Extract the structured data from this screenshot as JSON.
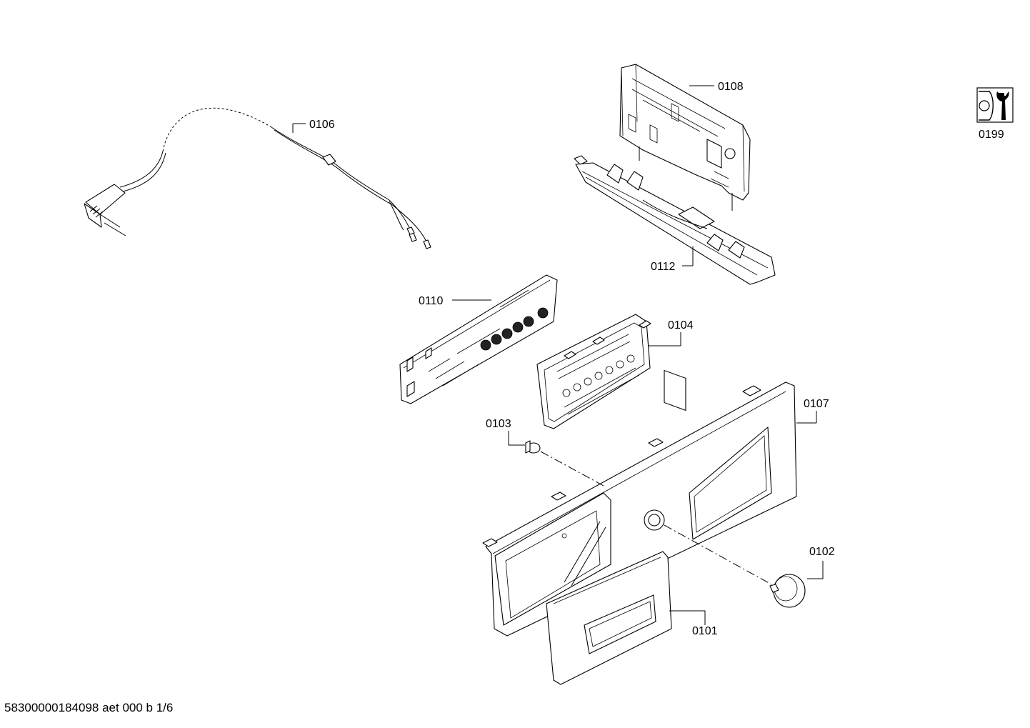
{
  "diagram": {
    "parts": [
      {
        "id": "p0106",
        "label": "0106",
        "name": "power-cord-with-plug"
      },
      {
        "id": "p0108",
        "label": "0108",
        "name": "control-module"
      },
      {
        "id": "p0112",
        "label": "0112",
        "name": "module-holder"
      },
      {
        "id": "p0110",
        "label": "0110",
        "name": "display-board"
      },
      {
        "id": "p0104",
        "label": "0104",
        "name": "display-panel-frame"
      },
      {
        "id": "p0107",
        "label": "0107",
        "name": "control-panel-fascia"
      },
      {
        "id": "p0103",
        "label": "0103",
        "name": "push-button"
      },
      {
        "id": "p0102",
        "label": "0102",
        "name": "selector-knob"
      },
      {
        "id": "p0101",
        "label": "0101",
        "name": "detergent-drawer-handle"
      }
    ],
    "service_icon": {
      "label": "0199",
      "icon": "service-wrench-icon"
    }
  },
  "footer": {
    "doc_ref": "58300000184098 aet 000 b 1/6"
  }
}
